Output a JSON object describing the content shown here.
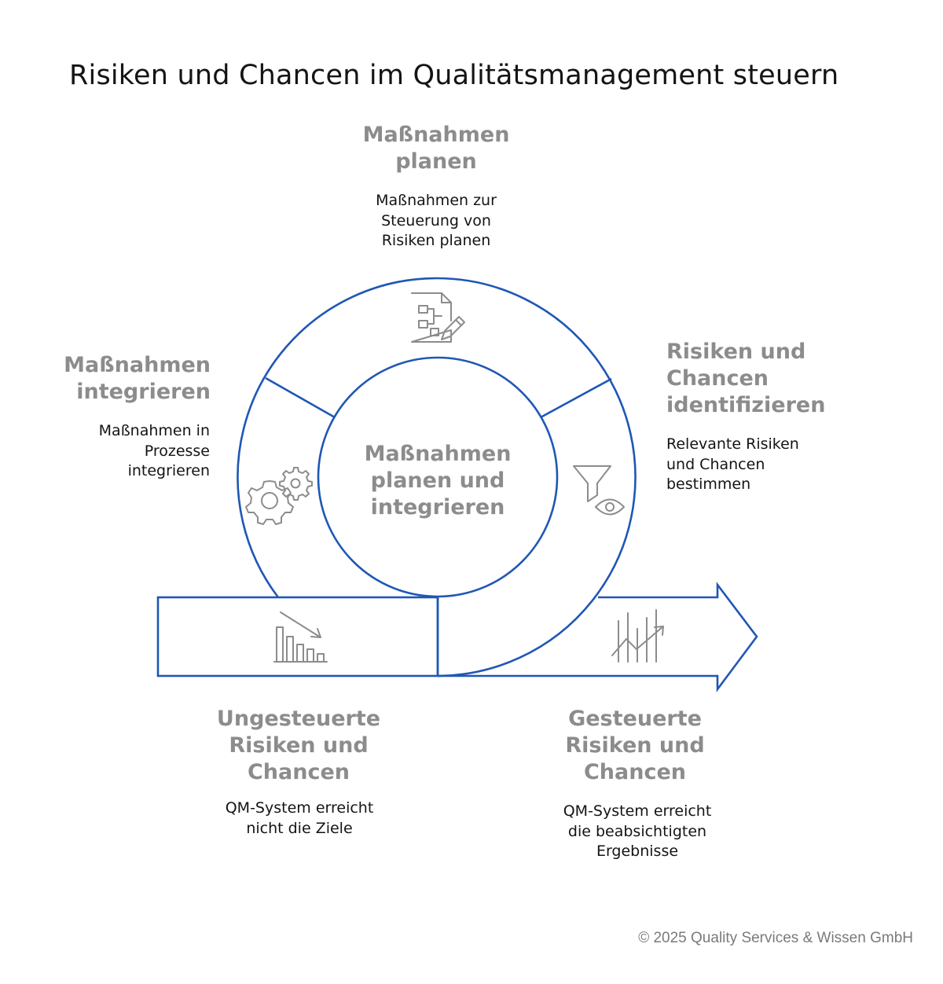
{
  "title": "Risiken und Chancen im Qualitätsmanagement steuern",
  "colors": {
    "outline": "#1f57b5",
    "icon": "#8c8c8c",
    "heading": "#8c8c8c"
  },
  "center_label": "Maßnahmen\nplanen und\nintegrieren",
  "steps": {
    "plan": {
      "heading": "Maßnahmen\nplanen",
      "description": "Maßnahmen zur\nSteuerung von\nRisiken planen",
      "icon": "document-flowchart-pencil-icon"
    },
    "identify": {
      "heading": "Risiken und\nChancen\nidentifizieren",
      "description": "Relevante Risiken\nund Chancen\nbestimmen",
      "icon": "funnel-eye-icon"
    },
    "integrate": {
      "heading": "Maßnahmen\nintegrieren",
      "description": "Maßnahmen in\nProzesse\nintegrieren",
      "icon": "gears-icon"
    }
  },
  "outcomes": {
    "uncontrolled": {
      "heading": "Ungesteuerte\nRisiken und\nChancen",
      "description": "QM-System erreicht\nnicht die Ziele",
      "icon": "declining-bar-chart-icon"
    },
    "controlled": {
      "heading": "Gesteuerte\nRisiken und\nChancen",
      "description": "QM-System erreicht\ndie beabsichtigten\nErgebnisse",
      "icon": "rising-chart-icon"
    }
  },
  "copyright": "© 2025 Quality Services & Wissen GmbH"
}
